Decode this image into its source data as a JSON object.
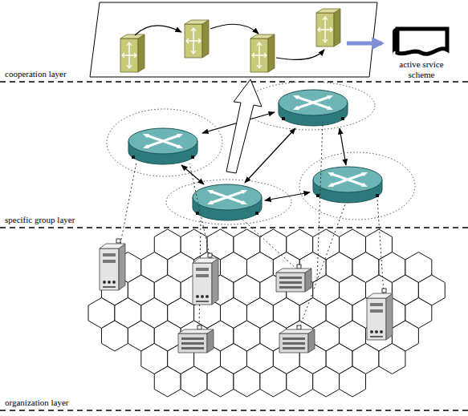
{
  "diagram": {
    "nodes": [
      {
        "text": [
          "active srvice scheme"
        ]
      }
    ],
    "labels": [
      "cooperation layer",
      "specific group layer",
      "organization layer"
    ]
  }
}
